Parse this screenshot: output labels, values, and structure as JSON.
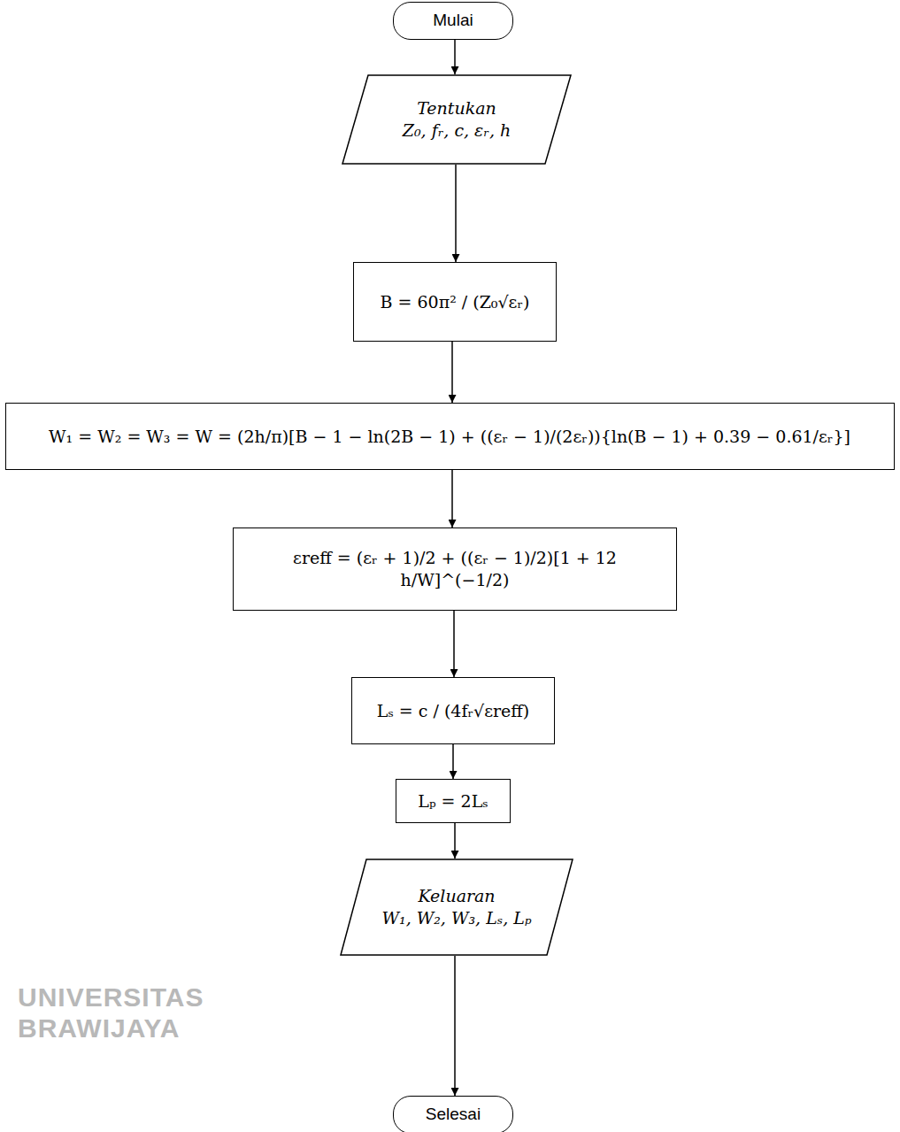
{
  "diagram": {
    "nodes": [
      {
        "text": [
          "Mulai"
        ]
      },
      {
        "text": [
          "Tentukan",
          "Z₀, fᵣ, c, εᵣ, h"
        ]
      },
      {
        "text": [
          "B = 60π² / (Z₀√εᵣ)"
        ]
      },
      {
        "text": [
          "W₁ = W₂ = W₃ = W = (2h/π)[B − 1 − ln(2B − 1) + ((εᵣ − 1)/(2εᵣ)){ln(B − 1) + 0.39 − 0.61/εᵣ}]"
        ]
      },
      {
        "text": [
          "εreff = (εᵣ + 1)/2 + ((εᵣ − 1)/2)[1 + 12 h/W]^(−1/2)"
        ]
      },
      {
        "text": [
          "Lₛ = c / (4fᵣ√εreff)"
        ]
      },
      {
        "text": [
          "Lₚ = 2Lₛ"
        ]
      },
      {
        "text": [
          "Keluaran",
          "W₁, W₂, W₃, Lₛ, Lₚ"
        ]
      },
      {
        "text": [
          "Selesai"
        ]
      }
    ],
    "edges": [
      {
        "from": 0,
        "to": 1,
        "arrow": "to"
      },
      {
        "from": 1,
        "to": 2,
        "arrow": "to"
      },
      {
        "from": 2,
        "to": 3,
        "arrow": "to"
      },
      {
        "from": 3,
        "to": 4,
        "arrow": "to"
      },
      {
        "from": 4,
        "to": 5,
        "arrow": "to"
      },
      {
        "from": 5,
        "to": 6,
        "arrow": "to"
      },
      {
        "from": 6,
        "to": 7,
        "arrow": "to"
      },
      {
        "from": 7,
        "to": 8,
        "arrow": "to"
      }
    ],
    "labels": [
      "UNIVERSITAS BRAWIJAYA"
    ]
  }
}
